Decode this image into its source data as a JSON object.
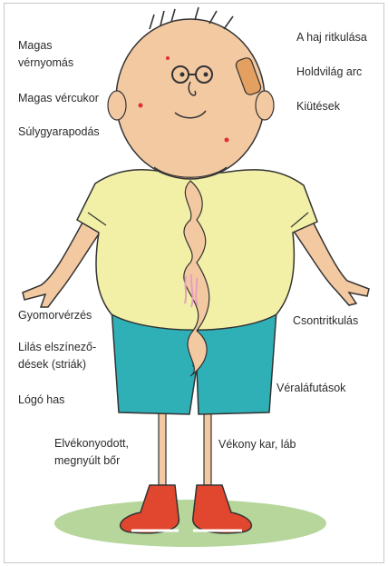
{
  "labels_left": [
    {
      "id": "magas-vernyomas",
      "text": "Magas\nvérnyomás"
    },
    {
      "id": "magas-vercukor",
      "text": "Magas vércukor"
    },
    {
      "id": "sulygyarapodas",
      "text": "Súlygyarapodás"
    },
    {
      "id": "gyomorverzes",
      "text": "Gyomorvérzés"
    },
    {
      "id": "lilas-elszinezodesek",
      "text": "Lilás elszínező-\ndések (striák)"
    },
    {
      "id": "logo-has",
      "text": "Lógó has"
    },
    {
      "id": "elvekonyodott-bor",
      "text": "Elvékonyodott,\nmegnyúlt bőr"
    }
  ],
  "labels_right": [
    {
      "id": "a-haj-ritkulasa",
      "text": "A haj ritkulása"
    },
    {
      "id": "holdvilag-arc",
      "text": "Holdvilág arc"
    },
    {
      "id": "kiutesek",
      "text": "Kiütések"
    },
    {
      "id": "csontritkulas",
      "text": "Csontritkulás"
    },
    {
      "id": "veralafutasok",
      "text": "Véraláfutások"
    },
    {
      "id": "vekony-kar-lab",
      "text": "Vékony kar, láb"
    }
  ],
  "colors": {
    "skin": "#f3c9a2",
    "shirt": "#f1f0a6",
    "jeans": "#2fb0b6",
    "shoes": "#e0472e",
    "ground": "#a9cf8a",
    "stretch_marks": "#e7a0c0"
  }
}
